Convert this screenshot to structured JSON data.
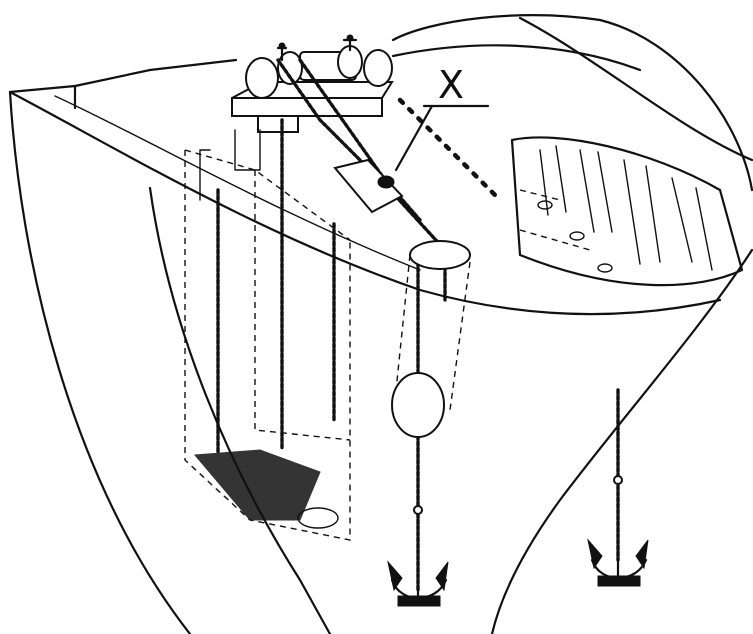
{
  "diagram": {
    "callout_label": "X",
    "parts": [
      "windlass",
      "chain-locker",
      "hawse-pipe",
      "anchor-port",
      "anchor-starboard",
      "bow-hull"
    ]
  }
}
